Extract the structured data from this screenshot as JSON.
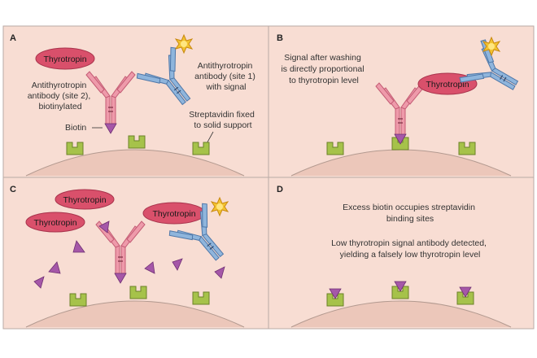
{
  "panels": [
    {
      "letter": "A"
    },
    {
      "letter": "B"
    },
    {
      "letter": "C"
    },
    {
      "letter": "D"
    }
  ],
  "molecule": "Thyrotropin",
  "panel_a": {
    "antibody2": [
      "Antithyrotropin",
      "antibody (site 2),",
      "biotinylated"
    ],
    "biotin": "Biotin",
    "antibody1": [
      "Antithyrotropin",
      "antibody (site 1)",
      "with signal"
    ],
    "streptavidin": [
      "Streptavidin fixed",
      "to solid support"
    ]
  },
  "panel_b": {
    "signal": [
      "Signal after washing",
      "is directly proportional",
      "to thyrotropin level"
    ]
  },
  "panel_d": {
    "excess": [
      "Excess biotin occupies streptavidin",
      "binding sites"
    ],
    "low": [
      "Low thyrotropin signal antibody detected,",
      "yielding a falsely low thyrotropin level"
    ]
  },
  "colors": {
    "panel_bg": "#f8ddd3",
    "panel_border": "#b9aaa6",
    "thyrotropin": "#d9506b",
    "biotin": "#a557a8",
    "streptavidin": "#a6c24a",
    "antibody_site2": "#ee9aaa",
    "antibody_site1": "#8fb5dc",
    "signal_star": "#f2c230"
  }
}
